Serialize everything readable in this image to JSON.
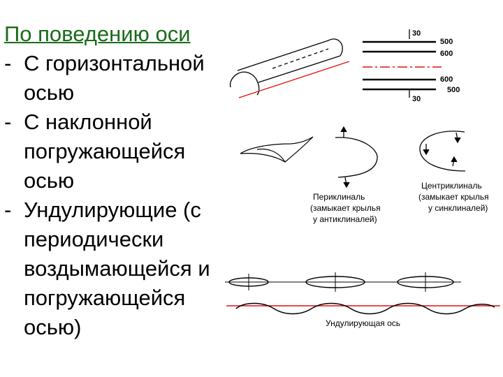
{
  "text": {
    "heading": "По поведению оси",
    "bullets": [
      {
        "dash": "-",
        "text": "С горизонтальной осью"
      },
      {
        "dash": "-",
        "text": "С наклонной погружающейся осью"
      },
      {
        "dash": "-",
        "text": "Ундулирующие (с периодически воздымающейся и погружающейся осью)"
      }
    ]
  },
  "diagram": {
    "horizontal_axis": {
      "labels": {
        "top_30": "30",
        "d500_top": "500",
        "d600_top": "600",
        "d600_bottom": "600",
        "d500_bottom": "500",
        "bottom_30": "30"
      }
    },
    "periclinal": {
      "line1": "Периклиналь",
      "line2": "(замыкает крылья",
      "line3": "у антиклиналей)"
    },
    "centriclinal": {
      "line1": "Центриклиналь",
      "line2": "(замыкает крылья",
      "line3": "у синклиналей)"
    },
    "undulating": {
      "label": "Ундулирующая ось"
    },
    "colors": {
      "axis_red": "#e01010",
      "line": "#000000",
      "heading_green": "#1a6b1a"
    }
  }
}
